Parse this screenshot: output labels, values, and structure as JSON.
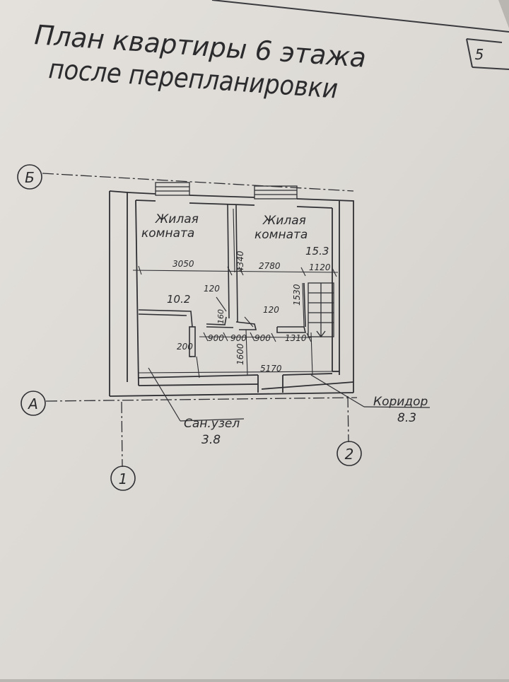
{
  "title": {
    "line1": "План квартиры 6 этажа",
    "line2": "после перепланировки"
  },
  "sheet_number": "5",
  "axes": {
    "row_b": "Б",
    "row_a": "А",
    "col_1": "1",
    "col_2": "2"
  },
  "rooms": {
    "left": {
      "label_line1": "Жилая",
      "label_line2": "комната",
      "area": "10.2"
    },
    "right": {
      "label_line1": "Жилая",
      "label_line2": "комната",
      "area": "15.3"
    },
    "bathroom": {
      "label": "Сан.узел",
      "area": "3.8"
    },
    "corridor": {
      "label": "Коридор",
      "area": "8.3"
    }
  },
  "dimensions": {
    "d3050": "3050",
    "d2780": "2780",
    "d1120": "1120",
    "d4340": "4340",
    "d1530": "1530",
    "d120a": "120",
    "d120b": "120",
    "d160": "160",
    "d900a": "900",
    "d900b": "900",
    "d900c": "900",
    "d1310": "1310",
    "d200": "200",
    "d1600": "1600",
    "d5170": "5170"
  }
}
